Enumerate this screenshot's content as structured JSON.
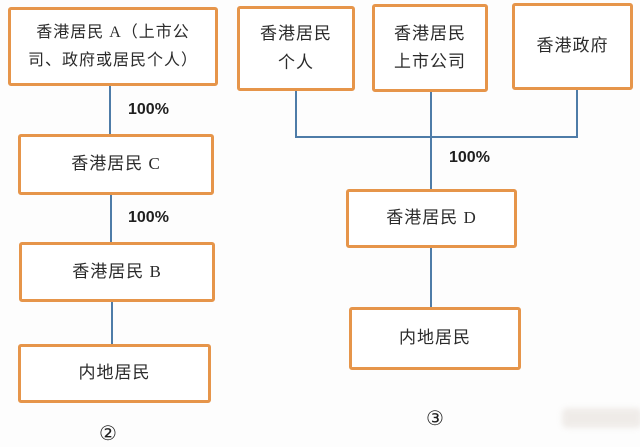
{
  "diagram": {
    "background_color": "#fdfdfd",
    "box_border_color": "#e6954a",
    "connector_color": "#4e7ca8",
    "text_color": "#2b2b2b"
  },
  "left_structure": {
    "figure_label": "②",
    "boxes": {
      "hk_resident_a": {
        "lines": [
          "香港居民 A（上市公",
          "司、政府或居民个人）"
        ],
        "full_text": "香港居民 A（上市公司、政府或居民个人）"
      },
      "hk_resident_c": {
        "label": "香港居民 C"
      },
      "hk_resident_b": {
        "label": "香港居民 B"
      },
      "mainland_resident": {
        "label": "内地居民"
      }
    },
    "edge_labels": {
      "a_to_c": "100%",
      "c_to_b": "100%"
    }
  },
  "right_structure": {
    "figure_label": "③",
    "boxes": {
      "hk_individual": {
        "lines": [
          "香港居民",
          "个人"
        ],
        "full_text": "香港居民个人"
      },
      "hk_listed_company": {
        "lines": [
          "香港居民",
          "上市公司"
        ],
        "full_text": "香港居民上市公司"
      },
      "hk_government": {
        "label": "香港政府"
      },
      "hk_resident_d": {
        "label": "香港居民 D"
      },
      "mainland_resident": {
        "label": "内地居民"
      }
    },
    "edge_labels": {
      "joint_to_d": "100%"
    }
  }
}
